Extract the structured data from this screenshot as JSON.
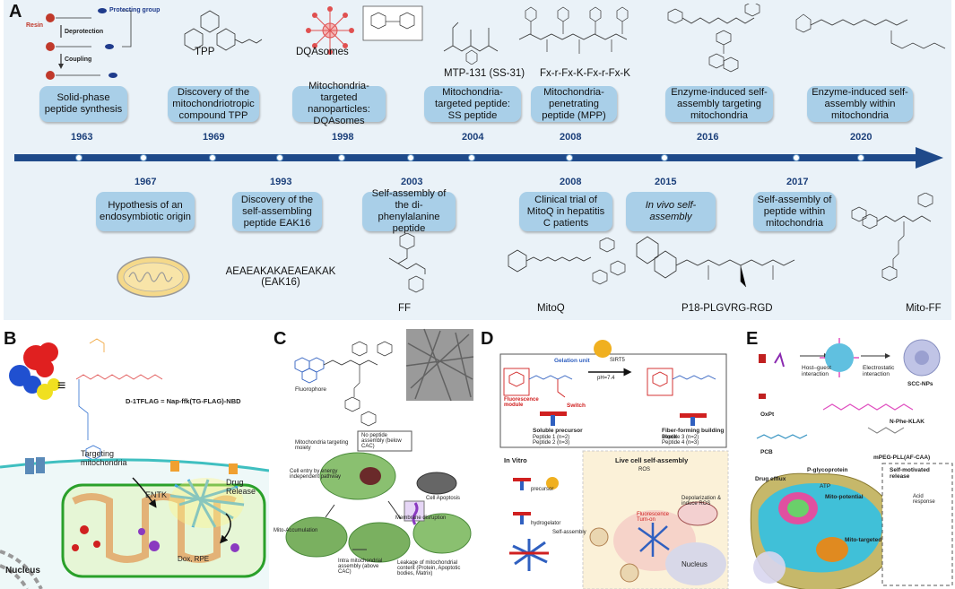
{
  "labels": {
    "A": "A",
    "B": "B",
    "C": "C",
    "D": "D",
    "E": "E"
  },
  "timeline_top": [
    {
      "year": "1963",
      "event": "Solid-phase peptide synthesis",
      "caption": ""
    },
    {
      "year": "1969",
      "event": "Discovery of the mitochondriotropic compound TPP",
      "caption": "TPP"
    },
    {
      "year": "1998",
      "event": "Mitochondria-targeted nanoparticles: DQAsomes",
      "caption": "DQAsomes"
    },
    {
      "year": "2004",
      "event": "Mitochondria-targeted peptide: SS peptide",
      "caption": "MTP-131 (SS-31)"
    },
    {
      "year": "2008",
      "event": "Mitochondria-penetrating peptide (MPP)",
      "caption": "Fx-r-Fx-K-Fx-r-Fx-K"
    },
    {
      "year": "2016",
      "event": "Enzyme-induced self-assembly targeting mitochondria",
      "caption": ""
    },
    {
      "year": "2020",
      "event": "Enzyme-induced self-assembly within mitochondria",
      "caption": ""
    }
  ],
  "timeline_bottom": [
    {
      "year": "1967",
      "event": "Hypothesis of an endosymbiotic origin",
      "caption": ""
    },
    {
      "year": "1993",
      "event": "Discovery of the self-assembling peptide EAK16",
      "caption": "AEAEAKAKAEAEAKAK (EAK16)"
    },
    {
      "year": "2003",
      "event": "Self-assembly of the di-phenylalanine peptide",
      "caption": "FF"
    },
    {
      "year": "2008",
      "event": "Clinical trial of MitoQ in hepatitis C patients",
      "caption": "MitoQ"
    },
    {
      "year": "2015",
      "event": "In vivo self-assembly",
      "caption": "P18-PLGVRG-RGD"
    },
    {
      "year": "2017",
      "event": "Self-assembly of peptide within mitochondria",
      "caption": "Mito-FF"
    }
  ],
  "spps": {
    "resin": "Resin",
    "protecting": "Protecting group",
    "deprotection": "Deprotection",
    "coupling": "Coupling"
  },
  "panelB": {
    "formula": "D-1TFLAG = Nap-ffk(TG-FLAG)-NBD",
    "targeting": "Targeting mitochondria",
    "entk": "ENTK",
    "drug_release": "Drug Release",
    "nucleus": "Nucleus",
    "cargo": "Dox, RPE"
  },
  "panelC": {
    "fluorophore": "Fluorophore",
    "moiety": "Mitochondria targeting moiety",
    "entry": "Cell entry by energy independent pathway",
    "no_assembly": "No peptide assembly (below CAC)",
    "accum": "Mito-Accumulation",
    "intra": "Intra mitochondrial assembly (above CAC)",
    "membrane": "Membrane disruption",
    "apoptosis": "Cell Apoptosis",
    "leakage": "Leakage of mitochondrial content (Protein, Apoptotic bodies, Matrix)"
  },
  "panelD": {
    "gelation": "Gelation unit",
    "fluor_module": "Fluorescence module",
    "switch": "Switch",
    "sirt5": "SIRT5",
    "ph": "pH=7.4",
    "soluble": "Soluble precursor",
    "pep1": "Peptide 1 (n=2)",
    "pep2": "Peptide 2 (n=3)",
    "fiber": "Fiber-forming building block",
    "pep3": "Peptide 3 (n=2)",
    "pep4": "Peptide 4 (n=3)",
    "invitro": "In Vitro",
    "livecell": "Live cell self-assembly",
    "precursor": "precursor",
    "hydrogelator": "hydrogelator",
    "selfassembly": "Self-assembly",
    "ros": "ROS",
    "nucleus": "Nucleus",
    "turnon": "Fluorescence Turn-on",
    "depol": "Depolarization & induce ROS"
  },
  "panelE": {
    "hostguest": "Host–guest interaction",
    "electro": "Electrostatic interaction",
    "sccnps": "SCC-NPs",
    "oxpt": "OxPt",
    "nphe": "N-Phe-KLAK",
    "pcb": "PCB",
    "mpeg": "mPEG-PLL(AF-CAA)",
    "pgp": "P-glycoprotein",
    "efflux": "Drug efflux",
    "atp": "ATP",
    "mitopot": "Mito-potential",
    "mitotarget": "Mito-targeted",
    "selfmot": "Self-motivated release",
    "acid": "Acid response"
  }
}
